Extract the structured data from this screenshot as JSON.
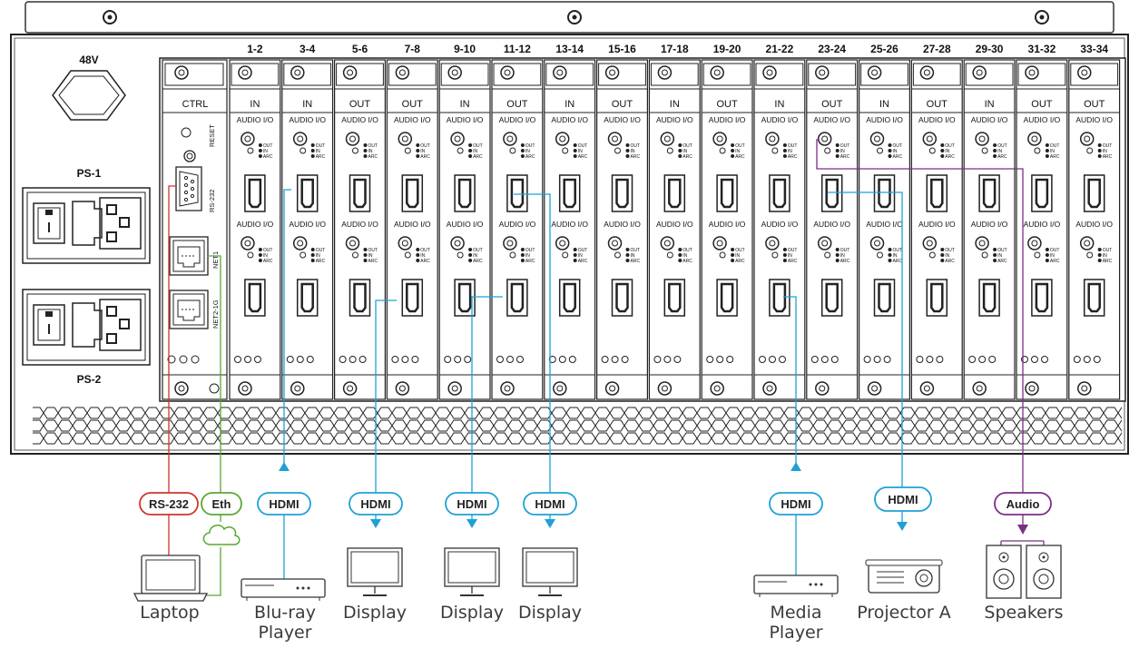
{
  "power": {
    "voltage_label": "48V",
    "ps1_label": "PS-1",
    "ps2_label": "PS-2"
  },
  "ctrl": {
    "label": "CTRL",
    "reset_label": "RESET",
    "rs232_label": "RS-232",
    "net1_label": "NET1",
    "net2_label": "NET2-1G"
  },
  "slots": [
    {
      "ports": "1-2",
      "dir": "IN"
    },
    {
      "ports": "3-4",
      "dir": "IN"
    },
    {
      "ports": "5-6",
      "dir": "OUT"
    },
    {
      "ports": "7-8",
      "dir": "OUT"
    },
    {
      "ports": "9-10",
      "dir": "IN"
    },
    {
      "ports": "11-12",
      "dir": "OUT"
    },
    {
      "ports": "13-14",
      "dir": "IN"
    },
    {
      "ports": "15-16",
      "dir": "OUT"
    },
    {
      "ports": "17-18",
      "dir": "IN"
    },
    {
      "ports": "19-20",
      "dir": "OUT"
    },
    {
      "ports": "21-22",
      "dir": "IN"
    },
    {
      "ports": "23-24",
      "dir": "OUT"
    },
    {
      "ports": "25-26",
      "dir": "IN"
    },
    {
      "ports": "27-28",
      "dir": "OUT"
    },
    {
      "ports": "29-30",
      "dir": "IN"
    },
    {
      "ports": "31-32",
      "dir": "OUT"
    },
    {
      "ports": "33-34",
      "dir": "OUT"
    }
  ],
  "port_labels": {
    "audio_io": "AUDIO I/O",
    "out": "OUT",
    "in": "IN",
    "arc": "ARC"
  },
  "connections": [
    {
      "id": "rs232",
      "label": "RS-232",
      "color": "#d0342c"
    },
    {
      "id": "eth",
      "label": "Eth",
      "color": "#5aa832"
    },
    {
      "id": "hdmi-bluray",
      "label": "HDMI",
      "color": "#1ea1d6"
    },
    {
      "id": "hdmi-display1",
      "label": "HDMI",
      "color": "#1ea1d6"
    },
    {
      "id": "hdmi-display2",
      "label": "HDMI",
      "color": "#1ea1d6"
    },
    {
      "id": "hdmi-display3",
      "label": "HDMI",
      "color": "#1ea1d6"
    },
    {
      "id": "hdmi-media",
      "label": "HDMI",
      "color": "#1ea1d6"
    },
    {
      "id": "hdmi-projector",
      "label": "HDMI",
      "color": "#1ea1d6"
    },
    {
      "id": "audio-speakers",
      "label": "Audio",
      "color": "#7b2f86"
    }
  ],
  "devices": {
    "laptop": "Laptop",
    "bluray_line1": "Blu-ray",
    "bluray_line2": "Player",
    "display1": "Display",
    "display2": "Display",
    "display3": "Display",
    "media_line1": "Media",
    "media_line2": "Player",
    "projector": "Projector A",
    "speakers": "Speakers"
  }
}
